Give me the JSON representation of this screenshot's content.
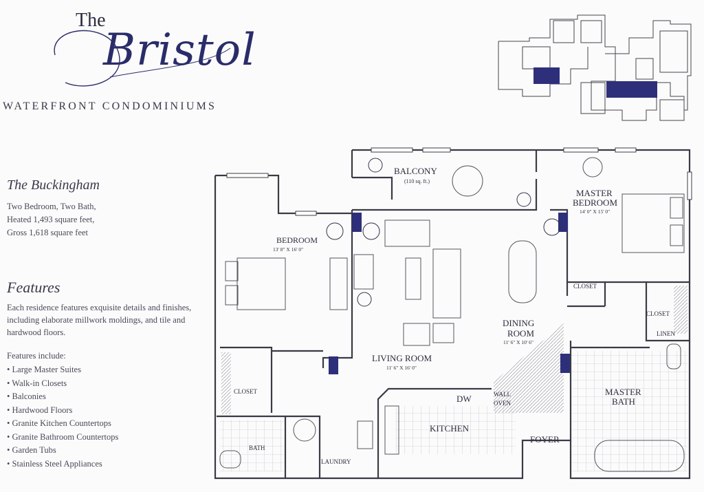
{
  "brand": {
    "the": "The",
    "name": "Bristol",
    "subtitle": "WATERFRONT CONDOMINIUMS"
  },
  "unit": {
    "name": "The Buckingham",
    "lines": [
      "Two Bedroom, Two Bath,",
      "Heated 1,493 square feet,",
      "Gross 1,618 square feet"
    ]
  },
  "features": {
    "heading": "Features",
    "intro": "Each residence features exquisite details and finishes, including elaborate millwork moldings, and tile and hardwood floors.",
    "include_label": "Features include:",
    "items": [
      "Large Master Suites",
      "Walk-in Closets",
      "Balconies",
      "Hardwood Floors",
      "Granite Kitchen Countertops",
      "Granite Bathroom Countertops",
      "Garden Tubs",
      "Stainless Steel Appliances"
    ]
  },
  "plan": {
    "balcony": "BALCONY",
    "balcony_area": "(110 sq. ft.)",
    "master_bedroom_1": "MASTER",
    "master_bedroom_2": "BEDROOM",
    "master_bedroom_dim": "14' 0\" X 15' 0\"",
    "bedroom": "BEDROOM",
    "bedroom_dim": "13' 8\" X 16' 0\"",
    "closet": "CLOSET",
    "dining_1": "DINING",
    "dining_2": "ROOM",
    "dining_dim": "11' 6\" X 10' 6\"",
    "living": "LIVING ROOM",
    "living_dim": "11' 6\" X 16' 0\"",
    "dw": "DW",
    "wall": "WALL",
    "oven": "OVEN",
    "kitchen": "KITCHEN",
    "foyer": "FOYER",
    "linen": "LINEN",
    "master_bath_1": "MASTER",
    "master_bath_2": "BATH",
    "bath": "BATH",
    "laundry": "LAUNDRY"
  },
  "colors": {
    "accent": "#2a2c6a",
    "highlight": "#2e2f7a",
    "text": "#3b3850"
  }
}
